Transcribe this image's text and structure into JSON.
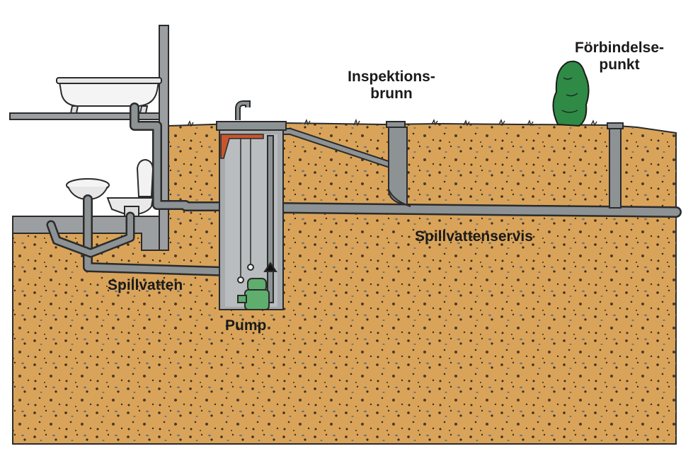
{
  "labels": {
    "inspection_line1": "Inspektions-",
    "inspection_line2": "brunn",
    "connection_line1": "Förbindelse-",
    "connection_line2": "punkt",
    "service": "Spillvattenservis",
    "wastewater": "Spillvatten",
    "pump": "Pump"
  },
  "colors": {
    "soil": "#d9a45a",
    "pipe": "#8d9295",
    "pipe_outline": "#2b2b2b",
    "wall": "#9c9fa1",
    "shrub": "#2f8a45",
    "pump": "#5fae6e",
    "bracket": "#c8562e"
  }
}
